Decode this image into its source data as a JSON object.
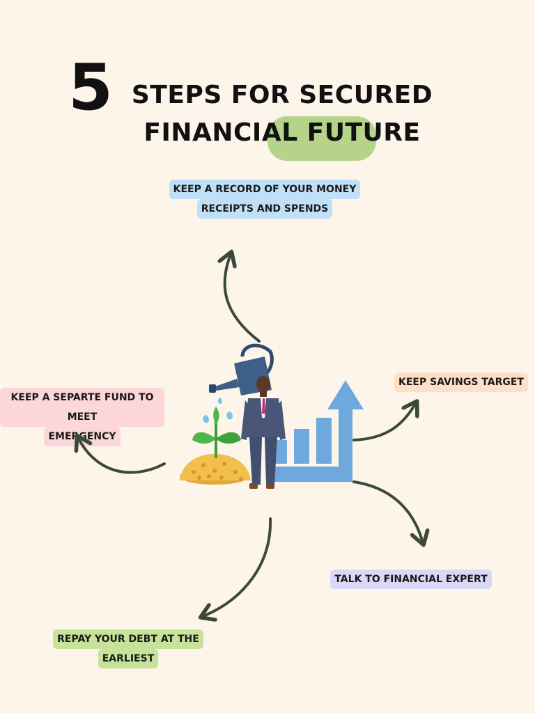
{
  "header": {
    "number": "5",
    "title_line1": "STEPS FOR SECURED",
    "title_line2": "FINANCIAL FUTURE"
  },
  "steps": [
    {
      "line1": "KEEP A RECORD OF YOUR MONEY",
      "line2": "RECEIPTS AND SPENDS",
      "color": "#bfe0f7"
    },
    {
      "line1": "KEEP SAVINGS TARGET",
      "color": "#fde0c6"
    },
    {
      "line1": "KEEP A SEPARTE FUND TO MEET",
      "line2": "EMERGENCY",
      "color": "#fcd6d8"
    },
    {
      "line1": "TALK TO FINANCIAL EXPERT",
      "color": "#d9d8f7"
    },
    {
      "line1": "REPAY YOUR DEBT AT THE",
      "line2": "EARLIEST",
      "color": "#c6e29b"
    }
  ],
  "colors": {
    "background": "#fdf4ea",
    "arrow": "#3b4a38",
    "title_highlight": "#b5d48a",
    "chart_blue": "#6fa8dc"
  },
  "icons": [
    "watering-can-icon",
    "plant-sprout-icon",
    "coin-pile-icon",
    "businessman-icon",
    "growth-chart-icon"
  ]
}
